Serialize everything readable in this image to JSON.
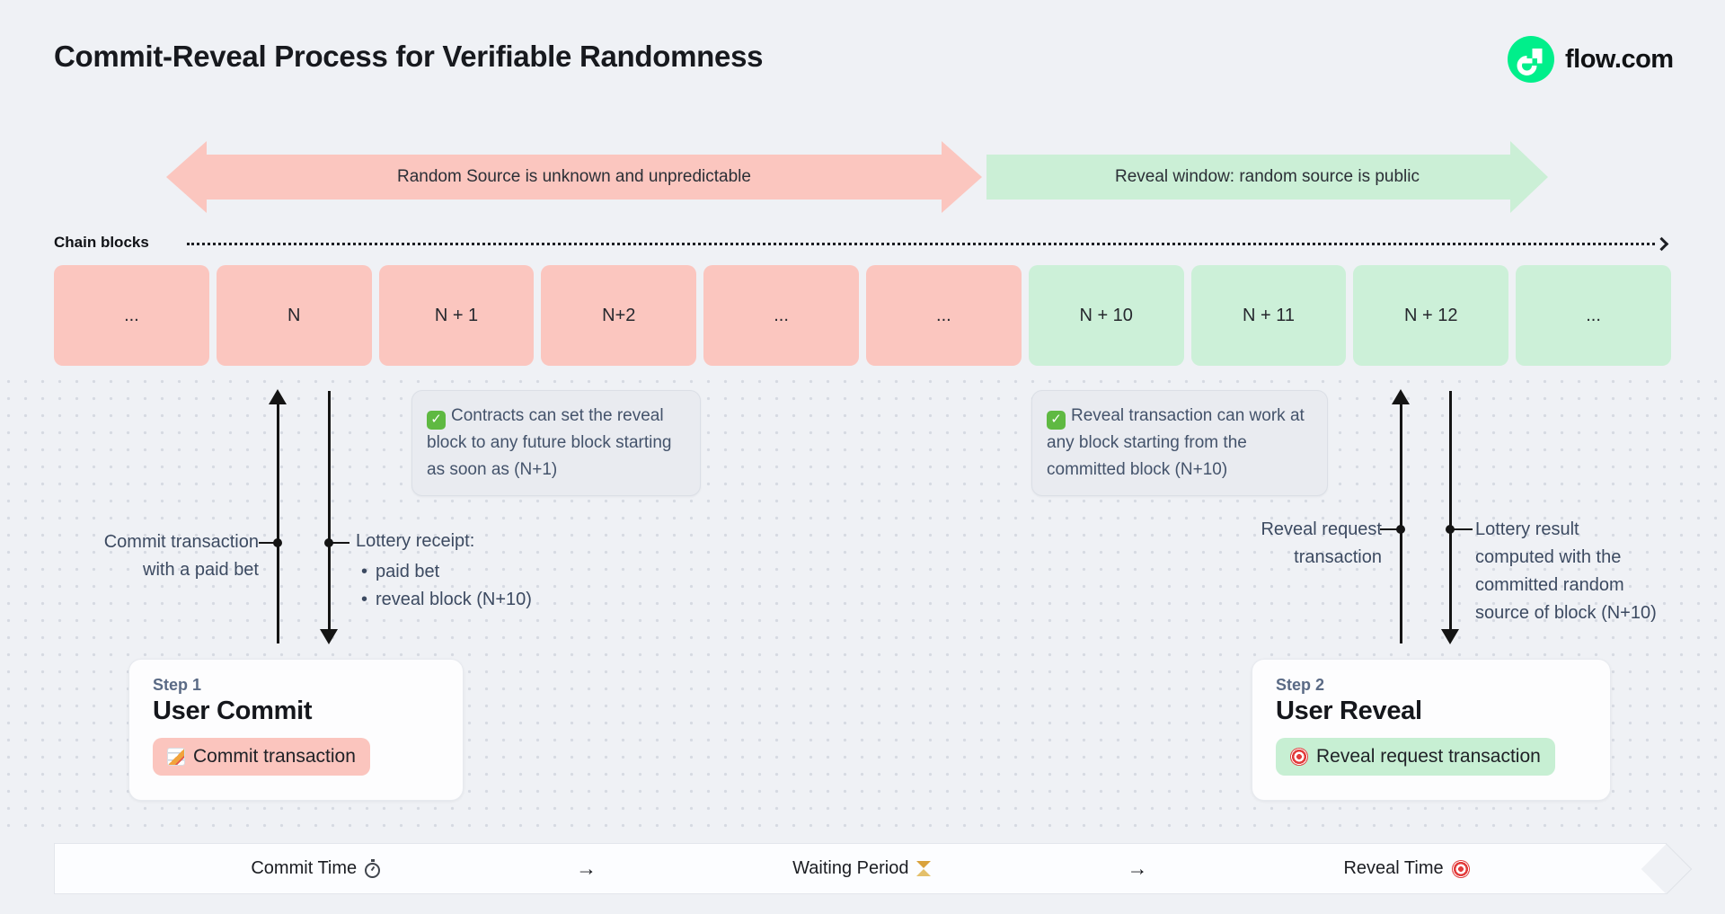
{
  "header": {
    "title": "Commit-Reveal Process for Verifiable Randomness",
    "brand": {
      "name": "flow.com",
      "logo_icon": "flow-logo",
      "logo_color": "#00EF8B"
    }
  },
  "phase_arrows": {
    "commit_phase": {
      "label": "Random Source is unknown and unpredictable",
      "color": "#FBC6BF"
    },
    "reveal_phase": {
      "label": "Reveal window: random source is public",
      "color": "#CBEFD6"
    }
  },
  "chain": {
    "label": "Chain blocks",
    "blocks": [
      {
        "label": "...",
        "phase": "commit"
      },
      {
        "label": "N",
        "phase": "commit"
      },
      {
        "label": "N + 1",
        "phase": "commit"
      },
      {
        "label": "N+2",
        "phase": "commit"
      },
      {
        "label": "...",
        "phase": "commit"
      },
      {
        "label": "...",
        "phase": "commit"
      },
      {
        "label": "N + 10",
        "phase": "reveal"
      },
      {
        "label": "N + 11",
        "phase": "reveal"
      },
      {
        "label": "N + 12",
        "phase": "reveal"
      },
      {
        "label": "...",
        "phase": "reveal"
      }
    ]
  },
  "notes": {
    "commit_note": {
      "icon": "check",
      "check_glyph": "✓",
      "text": "Contracts can set the reveal block to any future block starting as soon as (N+1)"
    },
    "reveal_note": {
      "icon": "check",
      "check_glyph": "✓",
      "text": "Reveal transaction can work at any block starting from the committed block (N+10)"
    }
  },
  "annotations": {
    "commit_tx": {
      "line1": "Commit transaction",
      "line2": "with a paid bet"
    },
    "lottery_receipt": {
      "title": "Lottery receipt:",
      "bullet1": "paid bet",
      "bullet2": "reveal block (N+10)"
    },
    "reveal_tx": {
      "line1": "Reveal request",
      "line2": "transaction"
    },
    "lottery_result": {
      "line1": "Lottery result",
      "line2": "computed with the",
      "line3": "committed random",
      "line4": "source of block (N+10)"
    }
  },
  "steps": {
    "step1": {
      "eyebrow": "Step 1",
      "title": "User Commit",
      "button_icon": "memo",
      "button_label": "Commit transaction",
      "button_color": "#FBC5BE"
    },
    "step2": {
      "eyebrow": "Step 2",
      "title": "User Reveal",
      "button_icon": "target",
      "button_label": "Reveal request transaction",
      "button_color": "#C7EFD3"
    }
  },
  "timeline": {
    "commit": {
      "label": "Commit Time",
      "icon": "stopwatch"
    },
    "arrow1": "→",
    "waiting": {
      "label": "Waiting Period",
      "icon": "hourglass"
    },
    "arrow2": "→",
    "reveal": {
      "label": "Reveal Time",
      "icon": "target"
    }
  }
}
